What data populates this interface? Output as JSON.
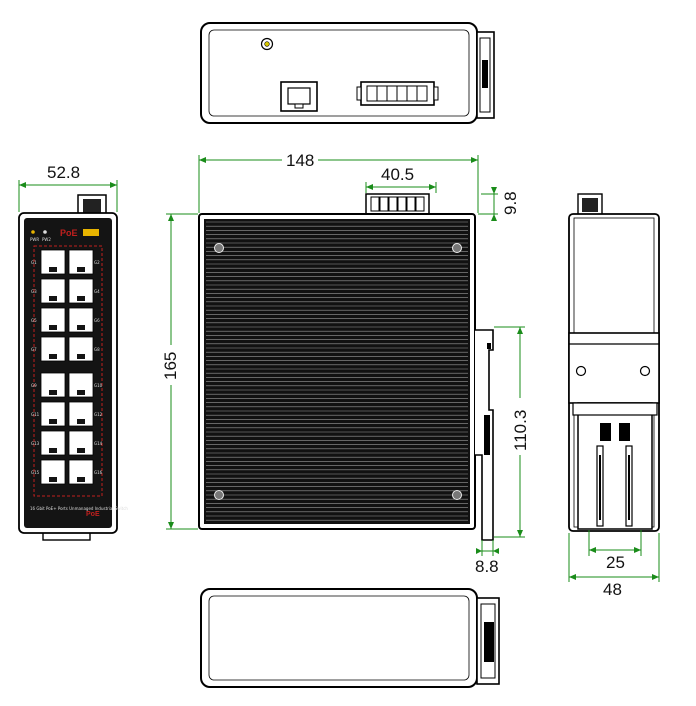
{
  "dimensions": {
    "width_front": "52.8",
    "width_side": "148",
    "terminal_width": "40.5",
    "terminal_height": "9.8",
    "height": "165",
    "din_rail_height": "110.3",
    "din_offset": "8.8",
    "depth_inner": "25",
    "depth_total": "48"
  },
  "front_panel": {
    "brand_logo": "PoE",
    "ports_left": [
      "G1",
      "G3",
      "G5",
      "G7",
      "G9",
      "G11",
      "G13",
      "G15"
    ],
    "ports_right": [
      "G2",
      "G4",
      "G6",
      "G8",
      "G10",
      "G12",
      "G14",
      "G16"
    ],
    "led_labels": [
      "PWR",
      "PW2"
    ],
    "footer_text": "16 Gbit PoE+ Ports Unmanaged Industrial Switch"
  },
  "colors": {
    "dimension_line": "#1a8c1a",
    "outline": "#000000",
    "body_fill": "#141414",
    "accent_red": "#c0201e",
    "accent_yellow": "#e8b400"
  }
}
